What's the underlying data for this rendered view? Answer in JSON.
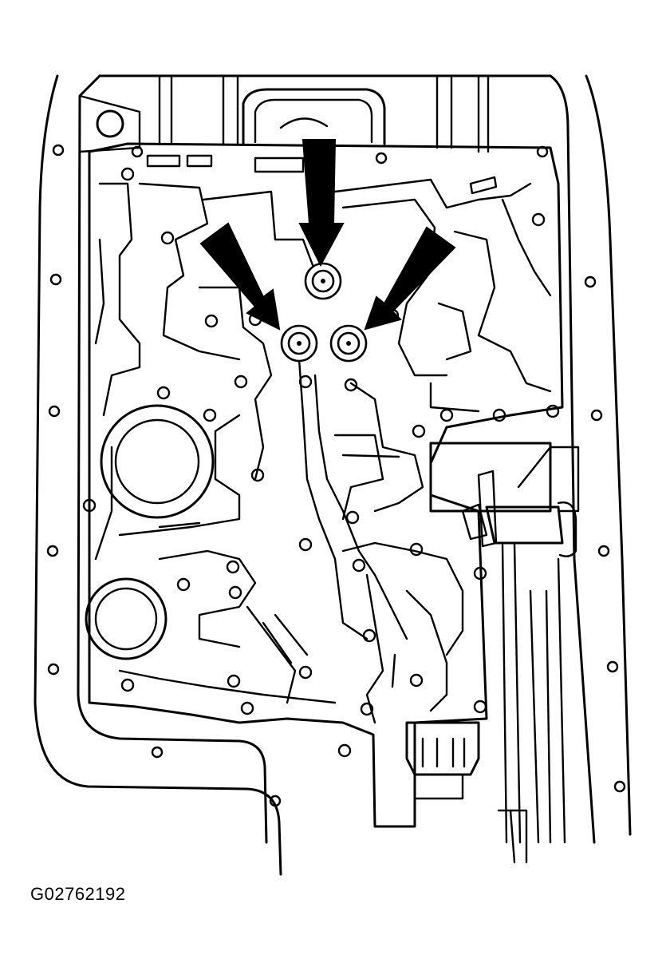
{
  "figure": {
    "code": "G02762192",
    "callouts": [
      {
        "id": "top"
      },
      {
        "id": "left"
      },
      {
        "id": "right"
      }
    ]
  },
  "colors": {
    "ink": "#000000",
    "background": "#ffffff"
  }
}
